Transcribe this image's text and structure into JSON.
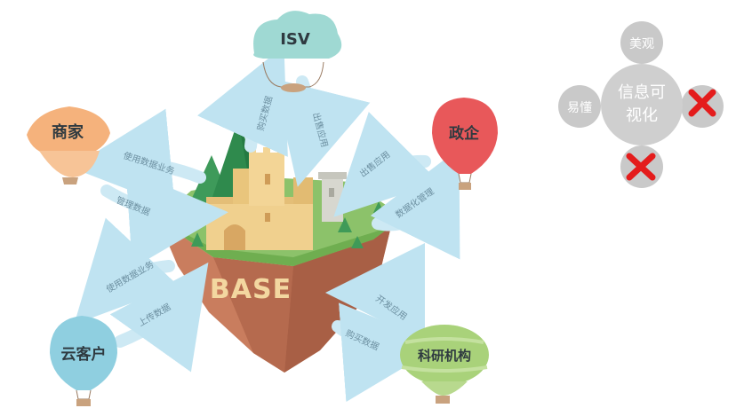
{
  "balloons": {
    "isv": "ISV",
    "merchant": "商家",
    "gov": "政企",
    "cloud": "云客户",
    "research": "科研机构"
  },
  "island": {
    "base": "BASE"
  },
  "flows": {
    "isv_buy": "购买数据",
    "isv_sell": "出售应用",
    "merchant_use": "使用数据业务",
    "merchant_manage": "管理数据",
    "gov_sell": "出售应用",
    "gov_dataize": "数据化管理",
    "cloud_use": "使用数据业务",
    "cloud_upload": "上传数据",
    "research_dev": "开发应用",
    "research_buy": "购买数据"
  },
  "visual": {
    "center_line1": "信息可",
    "center_line2": "视化",
    "top": "美观",
    "left": "易懂"
  },
  "colors": {
    "isv": "#9fd9d3",
    "merchant": "#f5b27c",
    "gov": "#e8585a",
    "cloud": "#8fcfe0",
    "research": "#a9d27a",
    "arrow": "#cde9f4",
    "cross": "#e41c1c",
    "circle_gray": "#c9c9c9"
  }
}
